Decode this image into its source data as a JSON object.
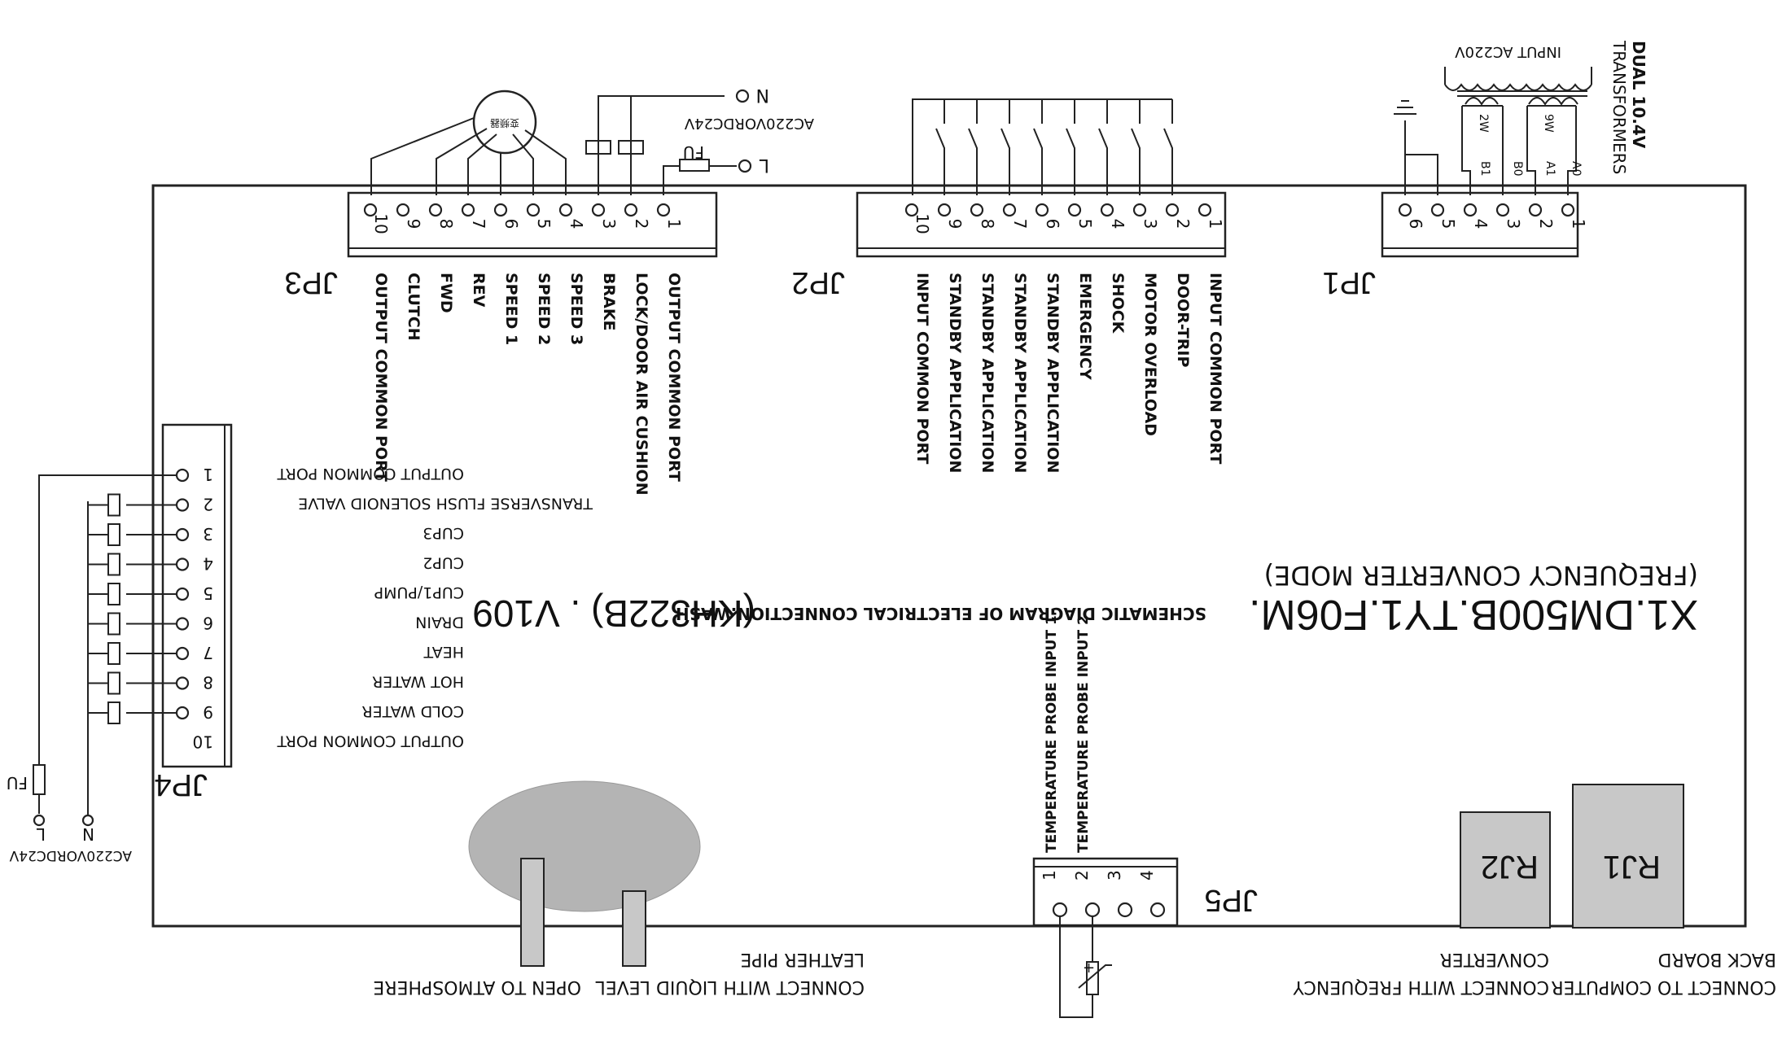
{
  "diagram": {
    "model": "X1.DM500B.TY1.F06M.",
    "description": "SCHEMATIC DIAGRAM OF ELECTRICAL CONNECTION.WASH",
    "variant": "(KH322B) . V109",
    "mode": "(FREQUENCY CONVERTER MODE)"
  },
  "connectors": {
    "jp1": {
      "name": "JP1",
      "pins": [
        "1",
        "2",
        "3",
        "4",
        "5",
        "6"
      ],
      "transformer_title_1": "DUAL 10.4V",
      "transformer_title_2": "TRANSFORMERS",
      "input_label": "INPUT AC220V",
      "coil_a": "9W",
      "coil_b": "2W",
      "taps": [
        "A0",
        "A1",
        "B0",
        "B1"
      ]
    },
    "jp2": {
      "name": "JP2",
      "pins": [
        "1",
        "2",
        "3",
        "4",
        "5",
        "6",
        "7",
        "8",
        "9",
        "10"
      ],
      "labels": [
        "INPUT COMMON PORT",
        "DOOR-TRIP",
        "MOTOR OVERLOAD",
        "SHOCK",
        "EMERGENCY",
        "STANDBY APPLICATION",
        "STANDBY APPLICATION",
        "STANDBY APPLICATION",
        "STANDBY APPLICATION",
        "INPUT COMMON PORT"
      ]
    },
    "jp3": {
      "name": "JP3",
      "pins": [
        "1",
        "2",
        "3",
        "4",
        "5",
        "6",
        "7",
        "8",
        "9",
        "10"
      ],
      "labels": [
        "OUTPUT COMMON PORT",
        "LOCK/DOOR AIR CUSHION",
        "BRAKE",
        "SPEED 3",
        "SPEED 2",
        "SPEED 1",
        "REV",
        "FWD",
        "CLUTCH",
        "OUTPUT COMMON PORT"
      ],
      "supply": "AC220VORDC24V",
      "neutral": "N",
      "line": "L",
      "fuse": "FU",
      "motor_label": "变频器"
    },
    "jp4": {
      "name": "JP4",
      "pins": [
        "1",
        "2",
        "3",
        "4",
        "5",
        "6",
        "7",
        "8",
        "9",
        "10"
      ],
      "labels": [
        "OUTPUT COMMON PORT",
        "TRANSVERSE FLUSH SOLENOID VALVE",
        "CUP3",
        "CUP2",
        "CUP1/PUMP",
        "DRAIN",
        "HEAT",
        "HOT WATER",
        "COLD WATER",
        "OUTPUT COMMON PORT"
      ],
      "supply": "AC220VORDC24V",
      "neutral": "N",
      "line": "L",
      "fuse": "FU"
    },
    "jp5": {
      "name": "JP5",
      "pins": [
        "1",
        "2",
        "3",
        "4"
      ],
      "labels": [
        "TEMPERATURE PROBE INPUT 1",
        "TEMPERATURE PROBE INPUT 2"
      ]
    },
    "rj1": {
      "name": "RJ1",
      "caption_1": "CONNECT TO COMPUTER",
      "caption_2": "BACK BOARD"
    },
    "rj2": {
      "name": "RJ2",
      "caption_1": "CONNECT WITH FREQUENCY",
      "caption_2": "CONVERTER"
    }
  },
  "pressure_sensor": {
    "pipe_1": "CONNECT WITH LIQUID LEVEL",
    "pipe_2": "LEATHER PIPE",
    "vent": "OPEN TO ATMOSPHERE"
  },
  "colors": {
    "line": "#222222",
    "fill_grey": "#c8c8c8",
    "sensor_grey": "#b4b4b4"
  }
}
